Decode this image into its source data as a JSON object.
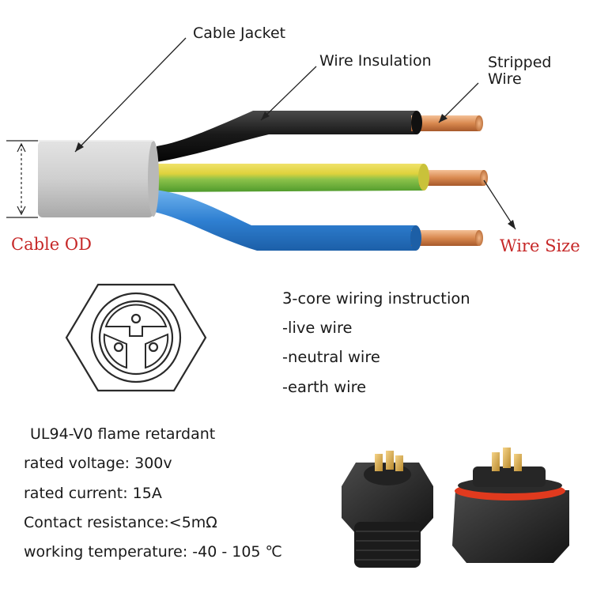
{
  "labels": {
    "cable_jacket": "Cable Jacket",
    "wire_insulation": "Wire Insulation",
    "stripped_wire_line1": "Stripped",
    "stripped_wire_line2": "Wire",
    "cable_od": "Cable OD",
    "wire_size": "Wire Size"
  },
  "instructions": {
    "title": "3-core wiring instruction",
    "items": [
      "-live wire",
      "-neutral wire",
      "-earth wire"
    ]
  },
  "specs": [
    "UL94-V0 flame retardant",
    "rated voltage: 300v",
    "rated current: 15A",
    "Contact resistance:<5mΩ",
    "working temperature: -40 - 105 ℃"
  ],
  "colors": {
    "jacket": "#c8c8c8",
    "live_wire": "#1f1f1f",
    "earth_wire_green": "#63b43a",
    "earth_wire_yellow": "#e8d84a",
    "neutral_wire": "#2f7fd0",
    "copper": "#d58a55",
    "accent_red": "#c62828",
    "connector_body": "#2a2a2a",
    "connector_ring": "#e03a1e"
  },
  "icons": {
    "socket_diagram": "three-pin-socket-icon",
    "connector_photo": "waterproof-connector-pair"
  }
}
